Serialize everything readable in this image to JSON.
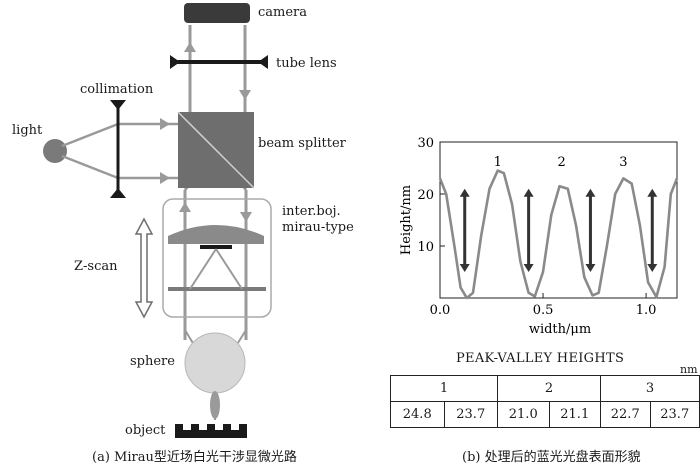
{
  "diagram_a": {
    "labels": {
      "camera": "camera",
      "tube_lens": "tube lens",
      "collimation": "collimation",
      "light": "light",
      "beam_splitter": "beam splitter",
      "interferometer_line1": "inter.boj.",
      "interferometer_line2": "mirau-type",
      "z_scan": "Z-scan",
      "sphere": "sphere",
      "object": "object"
    },
    "caption": "(a) Mirau型近场白光干涉显微光路"
  },
  "panel_b": {
    "caption": "(b) 处理后的蓝光光盘表面形貌",
    "chart_data": {
      "type": "line",
      "xlabel": "width/μm",
      "ylabel": "Height/nm",
      "xlim": [
        0.0,
        1.15
      ],
      "ylim": [
        0,
        30
      ],
      "x_ticks": [
        "0.0",
        "0.5",
        "1.0"
      ],
      "y_ticks": [
        "10",
        "20",
        "30"
      ],
      "peak_labels": [
        "1",
        "2",
        "3"
      ],
      "series": [
        {
          "x": [
            0.0,
            0.03,
            0.07,
            0.1,
            0.13,
            0.16,
            0.2,
            0.24,
            0.28,
            0.31,
            0.35,
            0.39,
            0.43,
            0.46,
            0.5,
            0.54,
            0.58,
            0.62,
            0.66,
            0.7,
            0.74,
            0.77,
            0.81,
            0.85,
            0.89,
            0.93,
            0.97,
            1.01,
            1.05,
            1.09,
            1.12,
            1.15
          ],
          "y": [
            23,
            20,
            10,
            2,
            0,
            1,
            12,
            21,
            24.5,
            24,
            18,
            7,
            1,
            0.3,
            5,
            16,
            21.5,
            21,
            14,
            4,
            0.5,
            1,
            10,
            20,
            23,
            22,
            14,
            3,
            0.2,
            6,
            20,
            23
          ]
        }
      ]
    },
    "table": {
      "title": "PEAK-VALLEY HEIGHTS",
      "unit": "nm",
      "groups": [
        "1",
        "2",
        "3"
      ],
      "values": [
        "24.8",
        "23.7",
        "21.0",
        "21.1",
        "22.7",
        "23.7"
      ]
    }
  }
}
